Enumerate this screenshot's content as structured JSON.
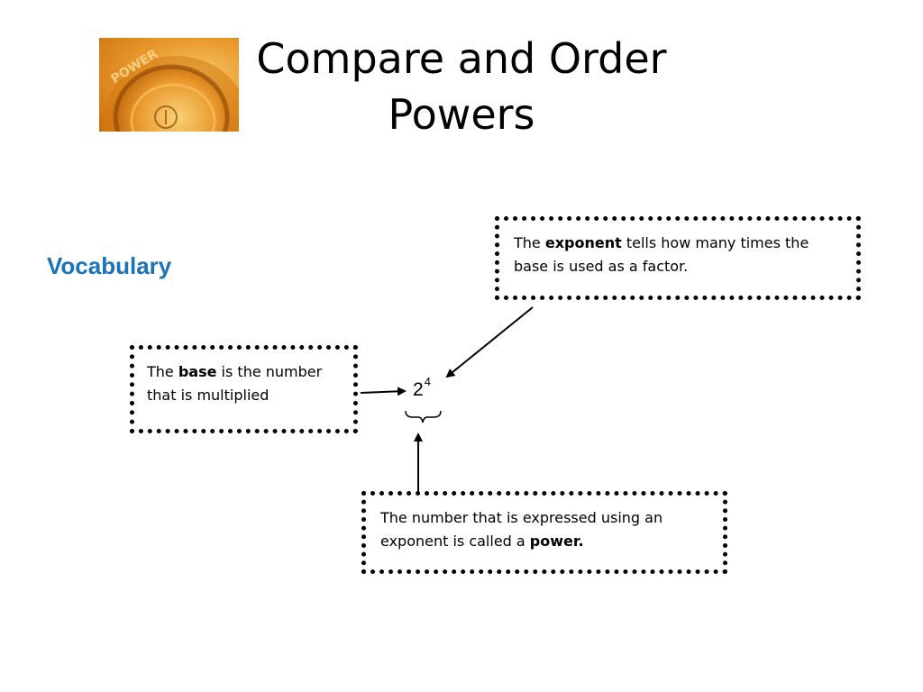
{
  "title": {
    "line1": "Compare and Order",
    "line2": "Powers"
  },
  "image": {
    "label": "POWER",
    "icon": "power-button-icon",
    "colors": {
      "light": "#f7c768",
      "mid": "#e99a2c",
      "dark": "#c96c0e"
    }
  },
  "vocabulary": "Vocabulary",
  "vocabulary_color": "#1a72b8",
  "expression": {
    "base": "2",
    "exponent": "4"
  },
  "boxes": {
    "exponent": {
      "pre": "The ",
      "term": "exponent",
      "post": " tells how many times the base is used as a factor."
    },
    "base": {
      "pre": "The ",
      "term": "base",
      "post": " is the number that is multiplied"
    },
    "power": {
      "pre": "The number that is expressed using an exponent is called a ",
      "term": "power."
    }
  }
}
